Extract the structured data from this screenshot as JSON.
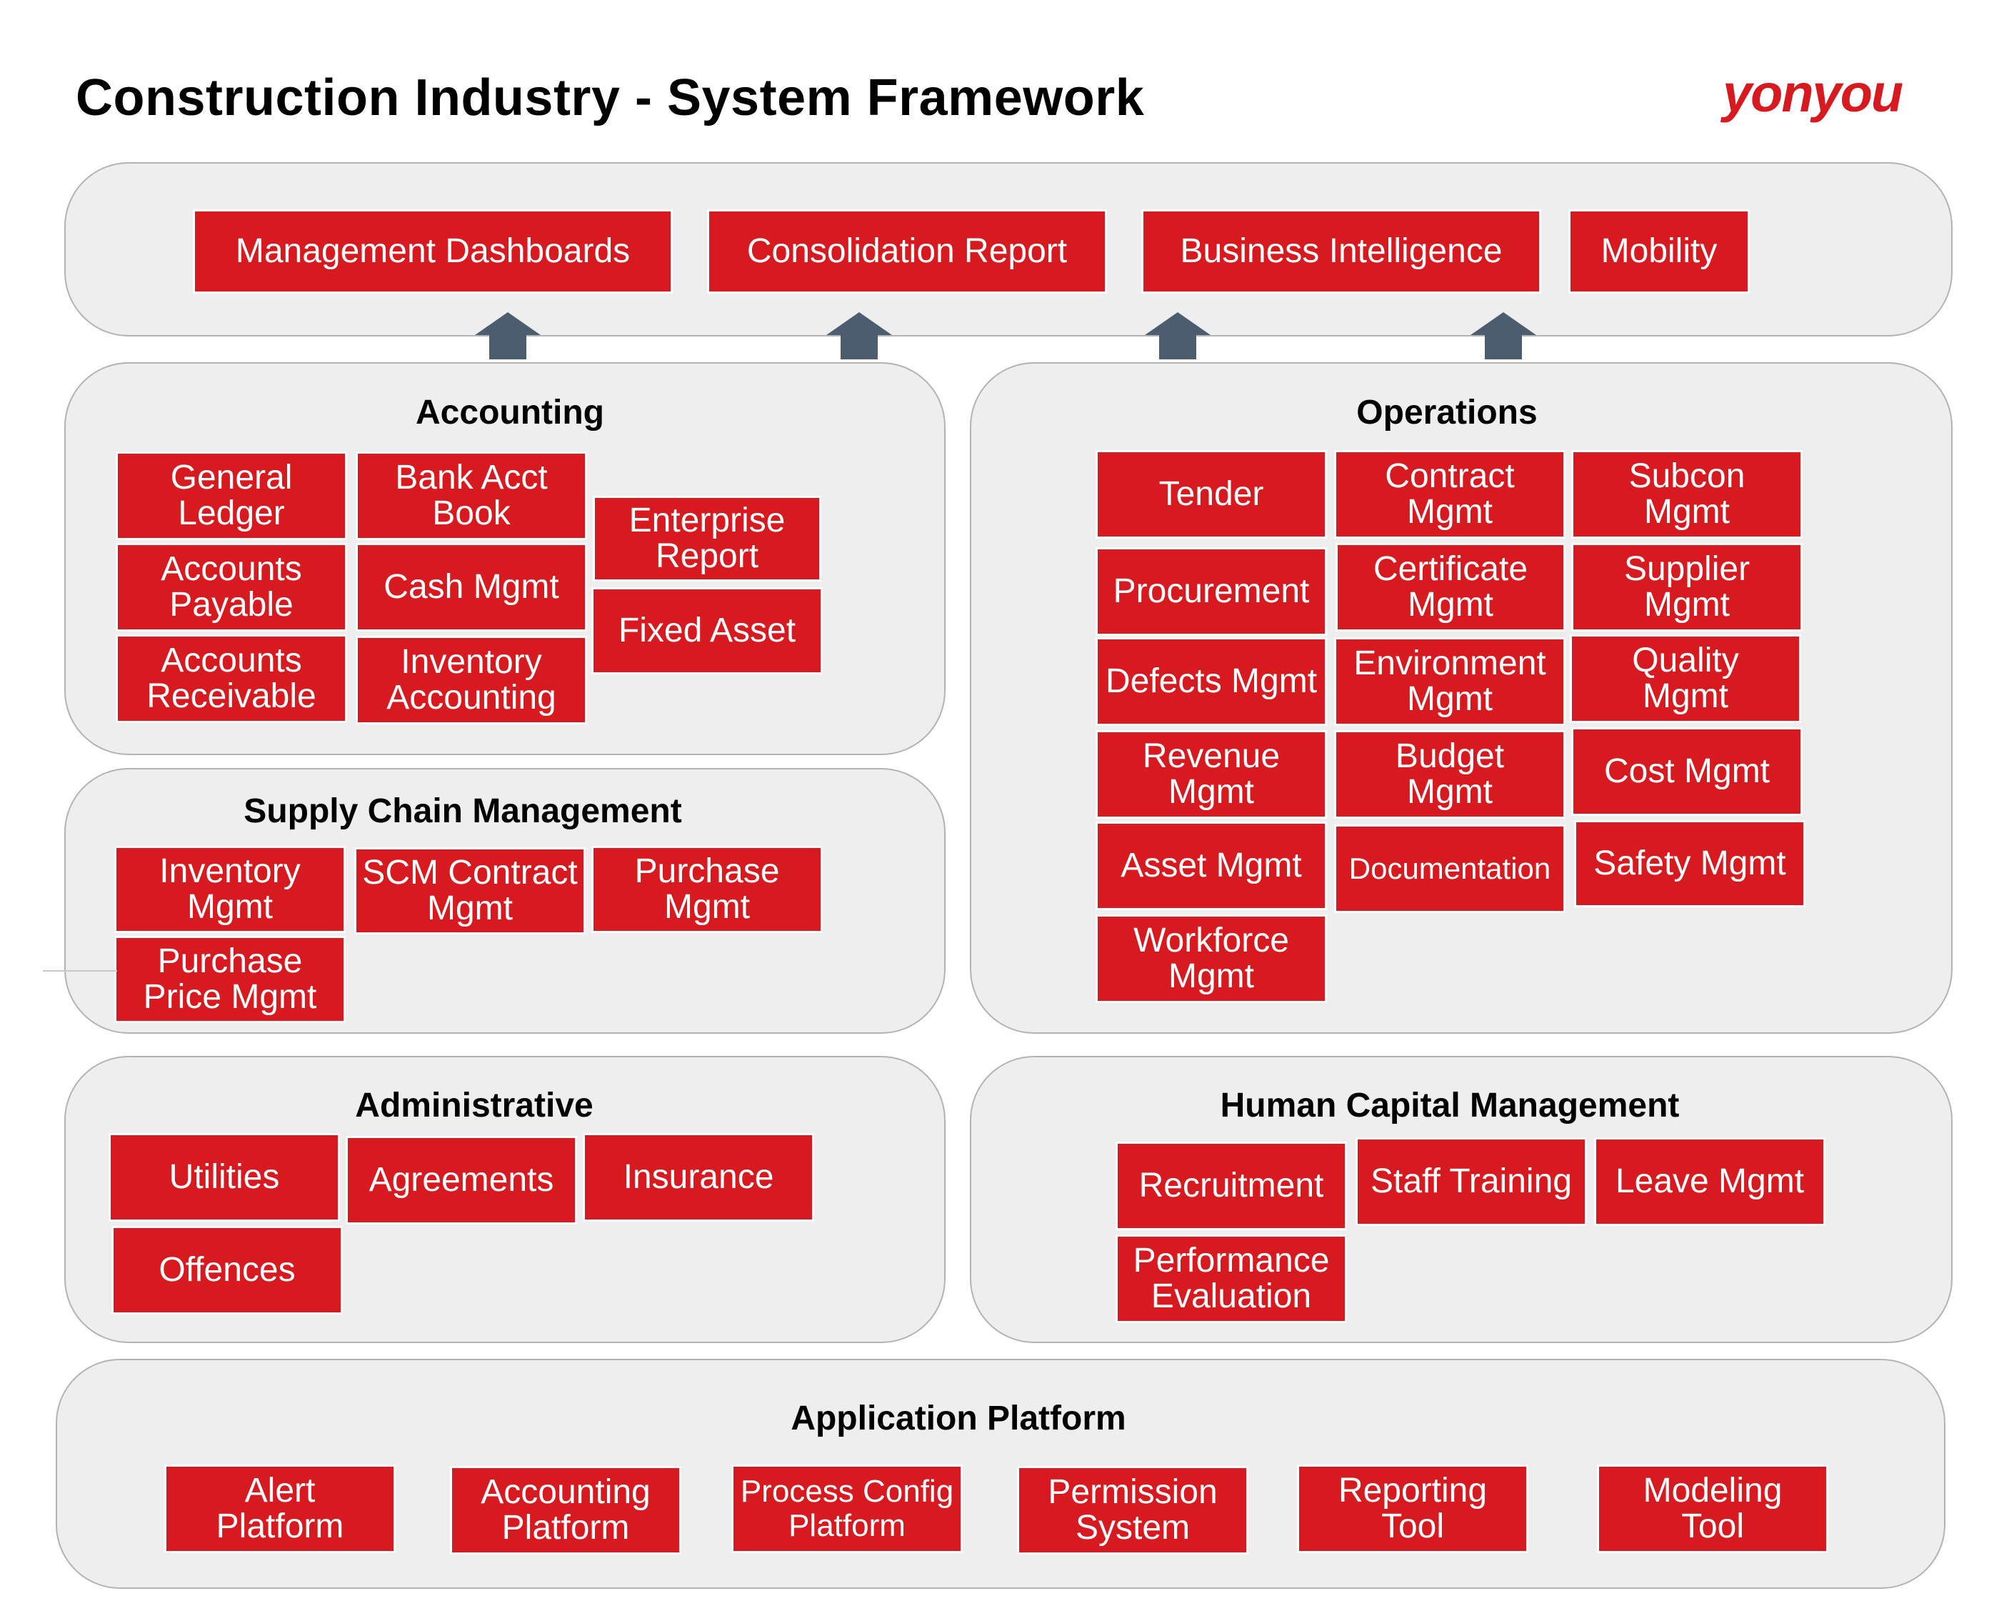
{
  "title": "Construction Industry - System Framework",
  "logo": "yonyou",
  "colors": {
    "accent": "#d71a1f",
    "panel": "#eeeeee",
    "arrow": "#4d5d70"
  },
  "top": {
    "items": [
      "Management Dashboards",
      "Consolidation Report",
      "Business Intelligence",
      "Mobility"
    ]
  },
  "accounting": {
    "title": "Accounting",
    "items": [
      "General\nLedger",
      "Bank Acct\nBook",
      "Enterprise\nReport",
      "Accounts\nPayable",
      "Cash Mgmt",
      "Fixed Asset",
      "Accounts\nReceivable",
      "Inventory\nAccounting"
    ]
  },
  "supply": {
    "title": "Supply Chain Management",
    "items": [
      "Inventory\nMgmt",
      "SCM Contract\nMgmt",
      "Purchase\nMgmt",
      "Purchase\nPrice Mgmt"
    ]
  },
  "operations": {
    "title": "Operations",
    "items": [
      "Tender",
      "Contract\nMgmt",
      "Subcon\nMgmt",
      "Procurement",
      "Certificate\nMgmt",
      "Supplier\nMgmt",
      "Defects Mgmt",
      "Environment\nMgmt",
      "Quality\nMgmt",
      "Revenue\nMgmt",
      "Budget\nMgmt",
      "Cost Mgmt",
      "Asset Mgmt",
      "Documentation",
      "Safety Mgmt",
      "Workforce\nMgmt"
    ]
  },
  "admin": {
    "title": "Administrative",
    "items": [
      "Utilities",
      "Agreements",
      "Insurance",
      "Offences"
    ]
  },
  "hcm": {
    "title": "Human Capital Management",
    "items": [
      "Recruitment",
      "Staff Training",
      "Leave Mgmt",
      "Performance\nEvaluation"
    ]
  },
  "platform": {
    "title": "Application Platform",
    "items": [
      "Alert\nPlatform",
      "Accounting\nPlatform",
      "Process Config\nPlatform",
      "Permission\nSystem",
      "Reporting\nTool",
      "Modeling\nTool"
    ]
  }
}
